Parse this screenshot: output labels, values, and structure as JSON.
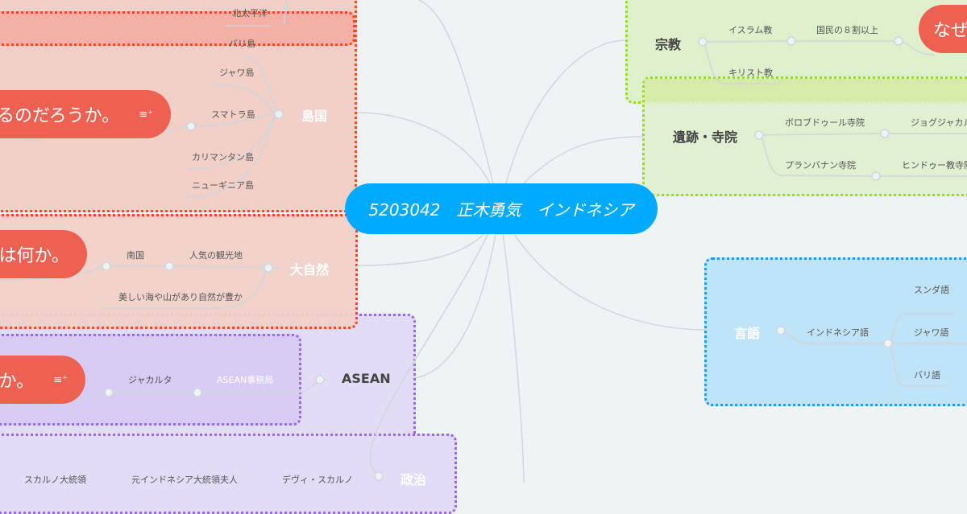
{
  "central": "5203042　正木勇気　インドネシア",
  "left": {
    "ocean": "北太平洋",
    "islands": {
      "label": "島国",
      "items": [
        "バリ島",
        "ジャワ島",
        "スマトラ島",
        "カリマンタン島",
        "ニューギニア島"
      ],
      "question": "あるのだろうか。"
    },
    "nature": {
      "label": "大自然",
      "items": [
        "南国",
        "人気の観光地",
        "美しい海や山があり自然が豊か"
      ],
      "question": "は何か。"
    },
    "asean": {
      "label": "ASEAN",
      "items": [
        "ジャカルタ",
        "ASEAN事務局"
      ],
      "question": "のか。"
    },
    "politics": {
      "label": "政治",
      "items": [
        "スカルノ大統領",
        "元インドネシア大統領夫人",
        "デヴィ・スカルノ"
      ]
    }
  },
  "right": {
    "religion": {
      "label": "宗教",
      "items": [
        "イスラム教",
        "国民の８割以上",
        "キリスト教"
      ],
      "question": "なぜ"
    },
    "ruins": {
      "label": "遺跡・寺院",
      "items": [
        "ボロブドゥール寺院",
        "ジョグジャカル",
        "プランバナン寺院",
        "ヒンドゥー教寺院"
      ]
    },
    "language": {
      "label": "言語",
      "items": [
        "インドネシア語",
        "スンダ語",
        "ジャワ語",
        "バリ語"
      ]
    }
  },
  "icons": {
    "note": "note-icon"
  }
}
